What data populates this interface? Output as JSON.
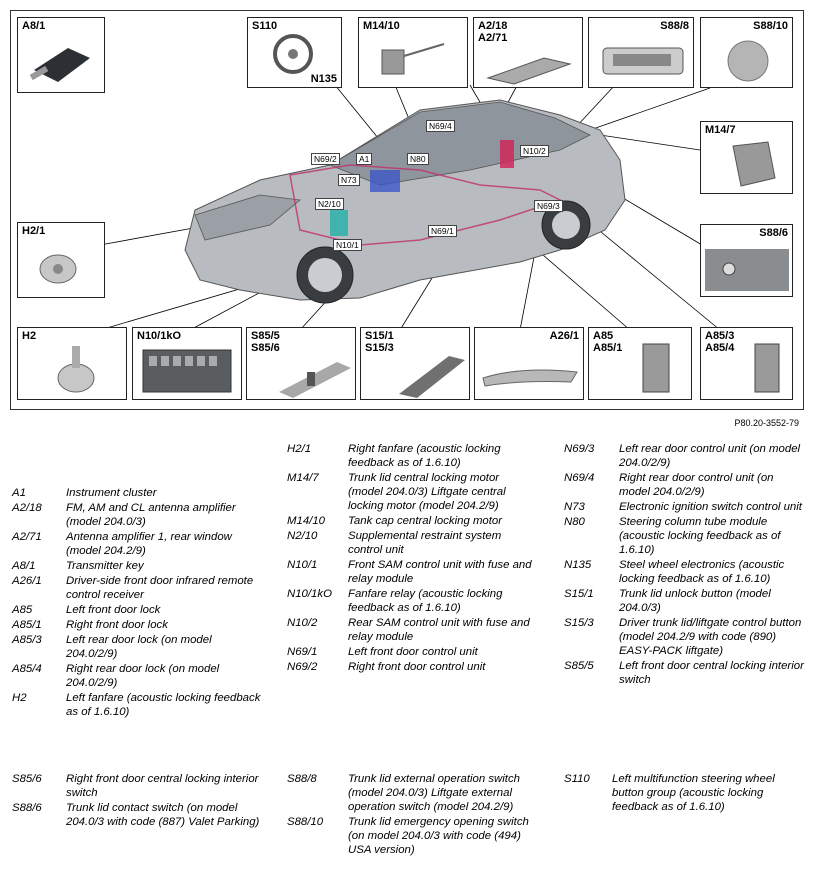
{
  "figure_ref": "P80.20-3552-79",
  "boxes": {
    "A8_1": "A8/1",
    "S110": "S110",
    "N135": "N135",
    "M14_10": "M14/10",
    "A2_18": "A2/18",
    "A2_71": "A2/71",
    "S88_8": "S88/8",
    "S88_10": "S88/10",
    "M14_7": "M14/7",
    "S88_6": "S88/6",
    "H2_1": "H2/1",
    "H2": "H2",
    "N10_1kO": "N10/1kO",
    "S85_5": "S85/5",
    "S85_6": "S85/6",
    "S15_1": "S15/1",
    "S15_3": "S15/3",
    "A26_1": "A26/1",
    "A85": "A85",
    "A85_1": "A85/1",
    "A85_3": "A85/3",
    "A85_4": "A85/4"
  },
  "car_labels": {
    "N69_4": "N69/4",
    "N69_2": "N69/2",
    "A1": "A1",
    "N80": "N80",
    "N10_2": "N10/2",
    "N73": "N73",
    "N2_10": "N2/10",
    "N69_3": "N69/3",
    "N69_1": "N69/1",
    "N10_1": "N10/1"
  },
  "legend": {
    "col1": [
      {
        "code": "A1",
        "desc": "Instrument cluster"
      },
      {
        "code": "A2/18",
        "desc": "FM, AM and CL antenna amplifier (model 204.0/3)"
      },
      {
        "code": "A2/71",
        "desc": "Antenna amplifier 1, rear window (model 204.2/9)"
      },
      {
        "code": "A8/1",
        "desc": "Transmitter key"
      },
      {
        "code": "A26/1",
        "desc": "Driver-side front door infrared remote control receiver"
      },
      {
        "code": "A85",
        "desc": "Left front door lock"
      },
      {
        "code": "A85/1",
        "desc": "Right front door lock"
      },
      {
        "code": "A85/3",
        "desc": "Left rear door lock (on model 204.0/2/9)"
      },
      {
        "code": "A85/4",
        "desc": "Right rear door lock (on model 204.0/2/9)"
      },
      {
        "code": "H2",
        "desc": "Left fanfare (acoustic locking feedback as of 1.6.10)"
      }
    ],
    "col2": [
      {
        "code": "H2/1",
        "desc": "Right fanfare (acoustic locking feedback as of 1.6.10)"
      },
      {
        "code": "M14/7",
        "desc": "Trunk lid central locking motor (model 204.0/3) Liftgate central locking motor (model 204.2/9)"
      },
      {
        "code": "M14/10",
        "desc": "Tank cap central locking motor"
      },
      {
        "code": "N2/10",
        "desc": "Supplemental restraint system control unit"
      },
      {
        "code": "N10/1",
        "desc": "Front SAM control unit with fuse and relay module"
      },
      {
        "code": "N10/1kO",
        "desc": "Fanfare relay (acoustic locking feedback as of 1.6.10)"
      },
      {
        "code": "N10/2",
        "desc": "Rear SAM control unit with fuse and relay module"
      },
      {
        "code": "N69/1",
        "desc": "Left front door control unit"
      },
      {
        "code": "N69/2",
        "desc": "Right front door control unit"
      }
    ],
    "col3": [
      {
        "code": "N69/3",
        "desc": "Left rear door control unit (on model 204.0/2/9)"
      },
      {
        "code": "N69/4",
        "desc": "Right rear door control unit (on model 204.0/2/9)"
      },
      {
        "code": "N73",
        "desc": "Electronic ignition switch control unit"
      },
      {
        "code": "N80",
        "desc": "Steering column tube module (acoustic locking feedback as of 1.6.10)"
      },
      {
        "code": "N135",
        "desc": "Steel wheel electronics (acoustic locking feedback as of 1.6.10)"
      },
      {
        "code": "S15/1",
        "desc": "Trunk lid unlock button (model 204.0/3)"
      },
      {
        "code": "S15/3",
        "desc": "Driver trunk lid/liftgate control button (model 204.2/9 with code (890) EASY-PACK liftgate)"
      },
      {
        "code": "S85/5",
        "desc": "Left front door central locking interior switch"
      }
    ],
    "bottom1": [
      {
        "code": "S85/6",
        "desc": "Right front door central locking interior switch"
      },
      {
        "code": "S88/6",
        "desc": "Trunk lid contact switch (on model 204.0/3 with code (887) Valet Parking)"
      }
    ],
    "bottom2": [
      {
        "code": "S88/8",
        "desc": "Trunk lid external operation switch (model 204.0/3) Liftgate external operation switch (model 204.2/9)"
      },
      {
        "code": "S88/10",
        "desc": "Trunk lid emergency opening switch (on model 204.0/3 with code (494) USA version)"
      }
    ],
    "bottom3": [
      {
        "code": "S110",
        "desc": "Left multifunction steering wheel button group (acoustic locking feedback as of 1.6.10)"
      }
    ]
  }
}
